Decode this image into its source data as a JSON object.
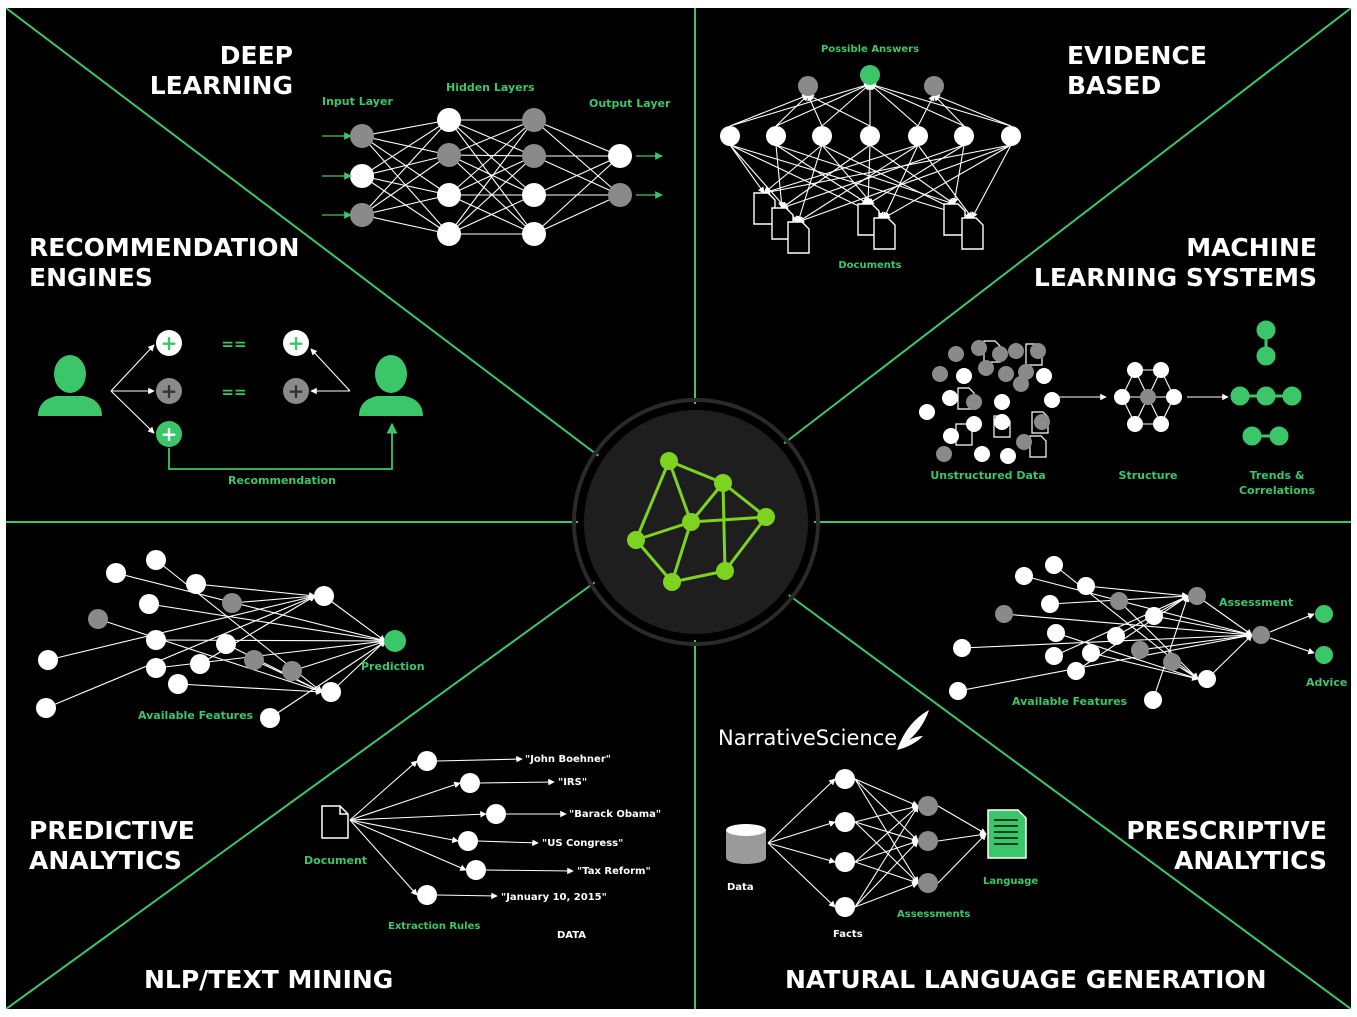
{
  "colors": {
    "background": "#000000",
    "accent": "#3cc66a",
    "node_white": "#ffffff",
    "node_gray": "#8a8a8a",
    "hub_line": "#7ed321"
  },
  "sections": {
    "deep_learning": {
      "title_l1": "DEEP",
      "title_l2": "LEARNING",
      "input_layer": "Input Layer",
      "hidden_layers": "Hidden Layers",
      "output_layer": "Output Layer"
    },
    "evidence_based": {
      "title_l1": "EVIDENCE",
      "title_l2": "BASED",
      "possible_answers": "Possible Answers",
      "documents": "Documents"
    },
    "recommendation_engines": {
      "title_l1": "RECOMMENDATION",
      "title_l2": "ENGINES",
      "eq1": "==",
      "eq2": "==",
      "recommendation": "Recommendation",
      "icons": [
        "user-icon",
        "plus-icon"
      ]
    },
    "machine_learning": {
      "title_l1": "MACHINE",
      "title_l2": "LEARNING SYSTEMS",
      "unstructured": "Unstructured Data",
      "structure": "Structure",
      "trends_l1": "Trends &",
      "trends_l2": "Correlations"
    },
    "predictive_analytics": {
      "title_l1": "PREDICTIVE",
      "title_l2": "ANALYTICS",
      "prediction": "Prediction",
      "features": "Available Features"
    },
    "prescriptive_analytics": {
      "title_l1": "PRESCRIPTIVE",
      "title_l2": "ANALYTICS",
      "assessment": "Assessment",
      "advice": "Advice",
      "features": "Available Features"
    },
    "nlp": {
      "title": "NLP/TEXT MINING",
      "document": "Document",
      "extraction_rules": "Extraction Rules",
      "data_label": "DATA",
      "entities": [
        "\"John Boehner\"",
        "\"IRS\"",
        "\"Barack Obama\"",
        "\"US Congress\"",
        "\"Tax Reform\"",
        "\"January 10, 2015\""
      ]
    },
    "nlg": {
      "title": "NATURAL LANGUAGE GENERATION",
      "logo_a": "Narrative",
      "logo_b": "Science",
      "data": "Data",
      "facts": "Facts",
      "assessments": "Assessments",
      "language": "Language",
      "icons": [
        "quill-icon",
        "database-icon",
        "document-icon"
      ]
    }
  }
}
